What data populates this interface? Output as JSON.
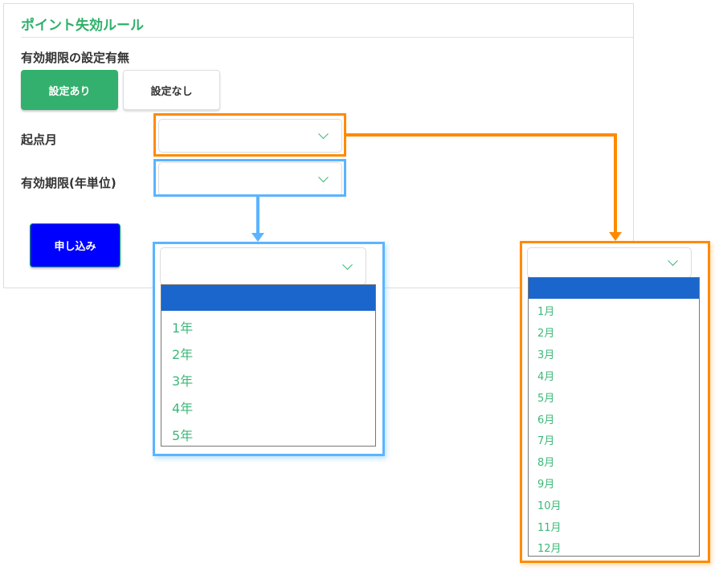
{
  "form": {
    "title": "ポイント失効ルール",
    "setting_label": "有効期限の設定有無",
    "setting_on": "設定あり",
    "setting_off": "設定なし",
    "start_month_label": "起点月",
    "period_label": "有効期限(年単位)",
    "submit": "申し込み"
  },
  "year_options": [
    "1年",
    "2年",
    "3年",
    "4年",
    "5年"
  ],
  "month_options": [
    "1月",
    "2月",
    "3月",
    "4月",
    "5月",
    "6月",
    "7月",
    "8月",
    "9月",
    "10月",
    "11月",
    "12月"
  ],
  "colors": {
    "accent_green": "#2fb06a",
    "highlight_orange": "#ff8a00",
    "highlight_blue": "#5bb4ff",
    "selected_option": "#1a66cc"
  }
}
